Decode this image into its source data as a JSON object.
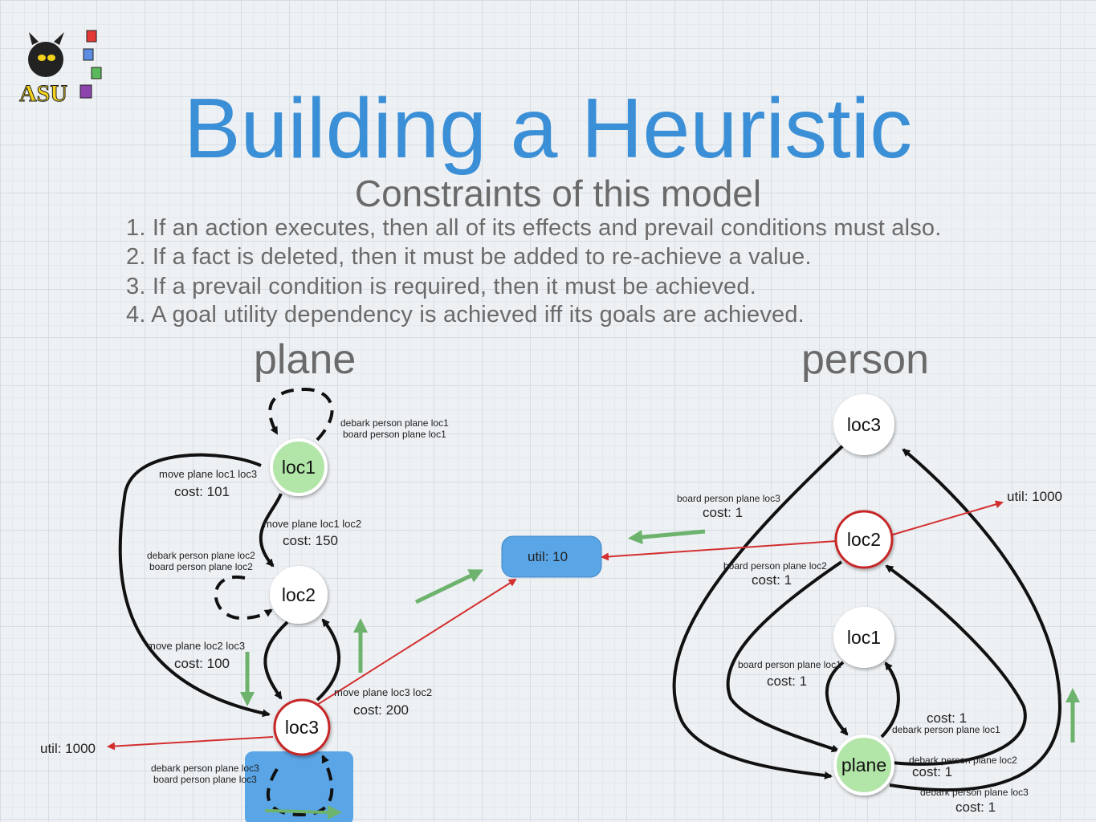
{
  "logo": {
    "text": "ASU"
  },
  "title": "Building a Heuristic",
  "subtitle": "Constraints of this model",
  "rules": [
    "1. If an action executes, then all of its effects and prevail conditions must also.",
    "2. If a fact is deleted, then it must be added to re-achieve a value.",
    "3. If a prevail condition is required, then it must be achieved.",
    "4. A goal utility dependency is achieved iff its goals are achieved."
  ],
  "plane": {
    "heading": "plane",
    "nodes": {
      "loc1": "loc1",
      "loc2": "loc2",
      "loc3": "loc3"
    },
    "labels": {
      "loc1_self_a": "debark person plane loc1",
      "loc1_self_b": "board person plane loc1",
      "move_1_3": "move plane loc1 loc3",
      "cost_1_3": "cost: 101",
      "move_1_2": "move plane loc1 loc2",
      "cost_1_2": "cost: 150",
      "loc2_self_a": "debark person plane loc2",
      "loc2_self_b": "board person plane loc2",
      "move_2_3": "move plane loc2 loc3",
      "cost_2_3": "cost: 100",
      "move_3_2": "move plane loc3 loc2",
      "cost_3_2": "cost: 200",
      "loc3_self_a": "debark person plane loc3",
      "loc3_self_b": "board person plane loc3",
      "util": "util: 1000"
    }
  },
  "goal": {
    "util": "util: 10"
  },
  "person": {
    "heading": "person",
    "nodes": {
      "loc3": "loc3",
      "loc2": "loc2",
      "loc1": "loc1",
      "plane": "plane"
    },
    "labels": {
      "board_loc3": "board person plane loc3",
      "cost_board_loc3": "cost: 1",
      "util": "util: 1000",
      "board_loc2": "board person plane loc2",
      "cost_board_loc2": "cost: 1",
      "board_loc1": "board person plane loc1",
      "cost_board_loc1": "cost: 1",
      "cost_debark_loc1": "cost: 1",
      "debark_loc1": "debark person plane loc1",
      "debark_loc2": "debark person plane loc2",
      "cost_debark_loc2": "cost: 1",
      "debark_loc3": "debark person plane loc3",
      "cost_debark_loc3": "cost: 1"
    }
  },
  "colors": {
    "title": "#3b8fd6",
    "green_node": "#b2e6a8",
    "red_outline": "#c62828",
    "goal_box": "#5aa5e6",
    "green_arrow": "#6db36d"
  }
}
